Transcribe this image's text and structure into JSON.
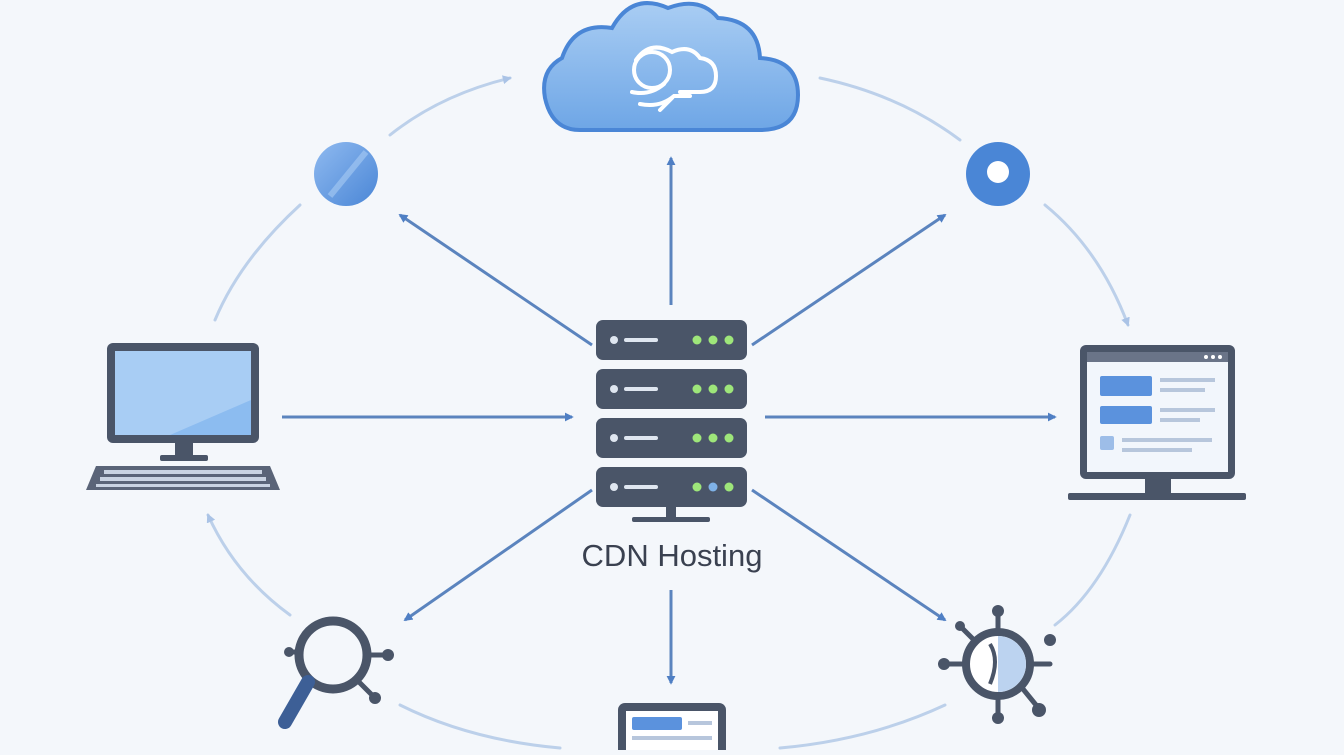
{
  "diagram": {
    "center_label": "CDN Hosting",
    "nodes": [
      {
        "id": "cloud",
        "icon": "cloud-icon"
      },
      {
        "id": "globe-dot-left",
        "icon": "globe-icon"
      },
      {
        "id": "globe-dot-right",
        "icon": "ring-node-icon"
      },
      {
        "id": "desktop-left",
        "icon": "desktop-computer-icon"
      },
      {
        "id": "monitor-right",
        "icon": "web-monitor-icon"
      },
      {
        "id": "search",
        "icon": "magnifier-icon"
      },
      {
        "id": "settings",
        "icon": "gear-virus-icon"
      },
      {
        "id": "tablet-bottom",
        "icon": "tablet-icon"
      },
      {
        "id": "server",
        "icon": "server-rack-icon"
      }
    ],
    "colors": {
      "background": "#f4f7fb",
      "accent": "#4a86d6",
      "line": "#5b84be",
      "server": "#4a5568",
      "led": "#9ee67a"
    }
  }
}
